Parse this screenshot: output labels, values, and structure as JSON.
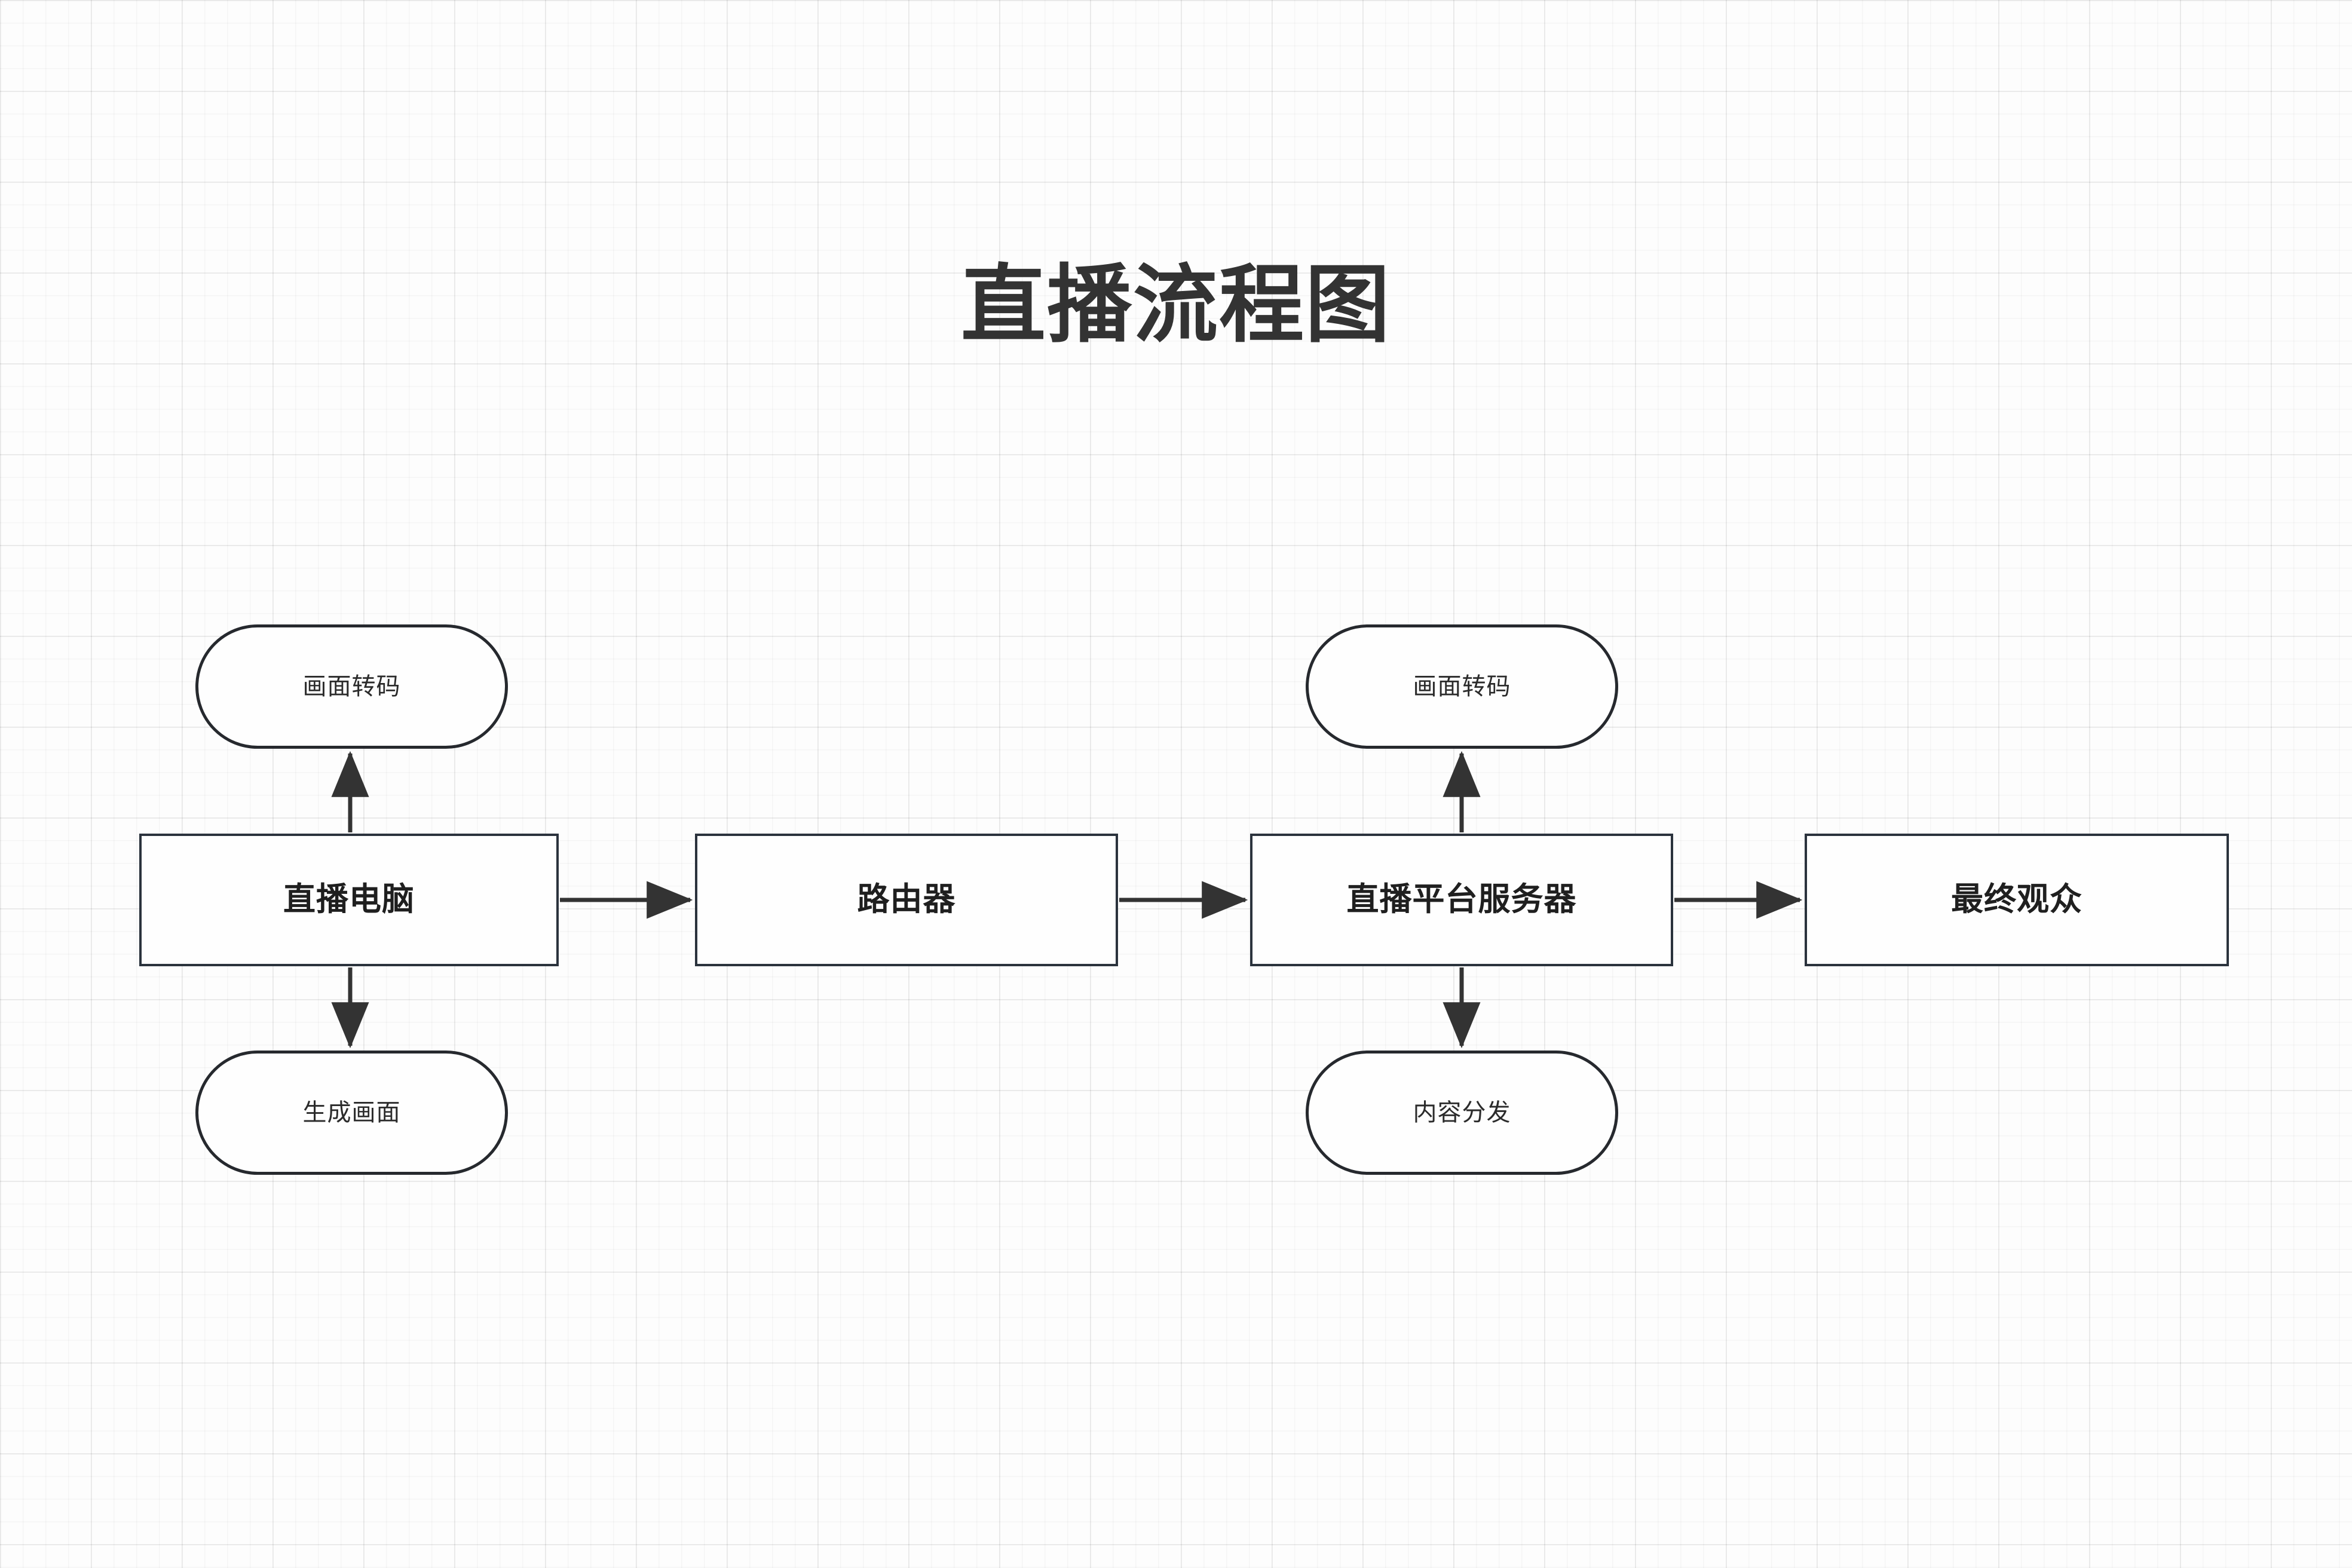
{
  "title": "直播流程图",
  "theme": {
    "background": "#fdfdfd",
    "grid_line": "#f0f0f0",
    "node_stroke": "#2b333d",
    "node_fill": "#fefefe",
    "edge_stroke": "#333333",
    "title_color": "#333333",
    "label_color": "#1f1f1f"
  },
  "chart_data": {
    "type": "diagram",
    "diagram_type": "flowchart",
    "direction": "left-to-right",
    "title": "直播流程图",
    "nodes": [
      {
        "id": "live-pc",
        "label": "直播电脑",
        "shape": "rect",
        "row": "main",
        "column": 1
      },
      {
        "id": "router",
        "label": "路由器",
        "shape": "rect",
        "row": "main",
        "column": 2
      },
      {
        "id": "platform",
        "label": "直播平台服务器",
        "shape": "rect",
        "row": "main",
        "column": 3
      },
      {
        "id": "viewers",
        "label": "最终观众",
        "shape": "rect",
        "row": "main",
        "column": 4
      },
      {
        "id": "transcode-1",
        "label": "画面转码",
        "shape": "stadium",
        "row": "top",
        "column": 1
      },
      {
        "id": "capture",
        "label": "生成画面",
        "shape": "stadium",
        "row": "bottom",
        "column": 1
      },
      {
        "id": "transcode-2",
        "label": "画面转码",
        "shape": "stadium",
        "row": "top",
        "column": 3
      },
      {
        "id": "distribute",
        "label": "内容分发",
        "shape": "stadium",
        "row": "bottom",
        "column": 3
      }
    ],
    "edges": [
      {
        "from": "live-pc",
        "to": "router",
        "direction": "right",
        "arrow": "filled"
      },
      {
        "from": "router",
        "to": "platform",
        "direction": "right",
        "arrow": "filled"
      },
      {
        "from": "platform",
        "to": "viewers",
        "direction": "right",
        "arrow": "filled"
      },
      {
        "from": "live-pc",
        "to": "transcode-1",
        "direction": "up",
        "arrow": "filled"
      },
      {
        "from": "live-pc",
        "to": "capture",
        "direction": "down",
        "arrow": "filled"
      },
      {
        "from": "platform",
        "to": "transcode-2",
        "direction": "up",
        "arrow": "filled"
      },
      {
        "from": "platform",
        "to": "distribute",
        "direction": "down",
        "arrow": "filled"
      }
    ]
  },
  "nodes": {
    "live_pc": {
      "label": "直播电脑"
    },
    "router": {
      "label": "路由器"
    },
    "platform": {
      "label": "直播平台服务器"
    },
    "viewers": {
      "label": "最终观众"
    },
    "transcode_1": {
      "label": "画面转码"
    },
    "capture": {
      "label": "生成画面"
    },
    "transcode_2": {
      "label": "画面转码"
    },
    "distribute": {
      "label": "内容分发"
    }
  }
}
